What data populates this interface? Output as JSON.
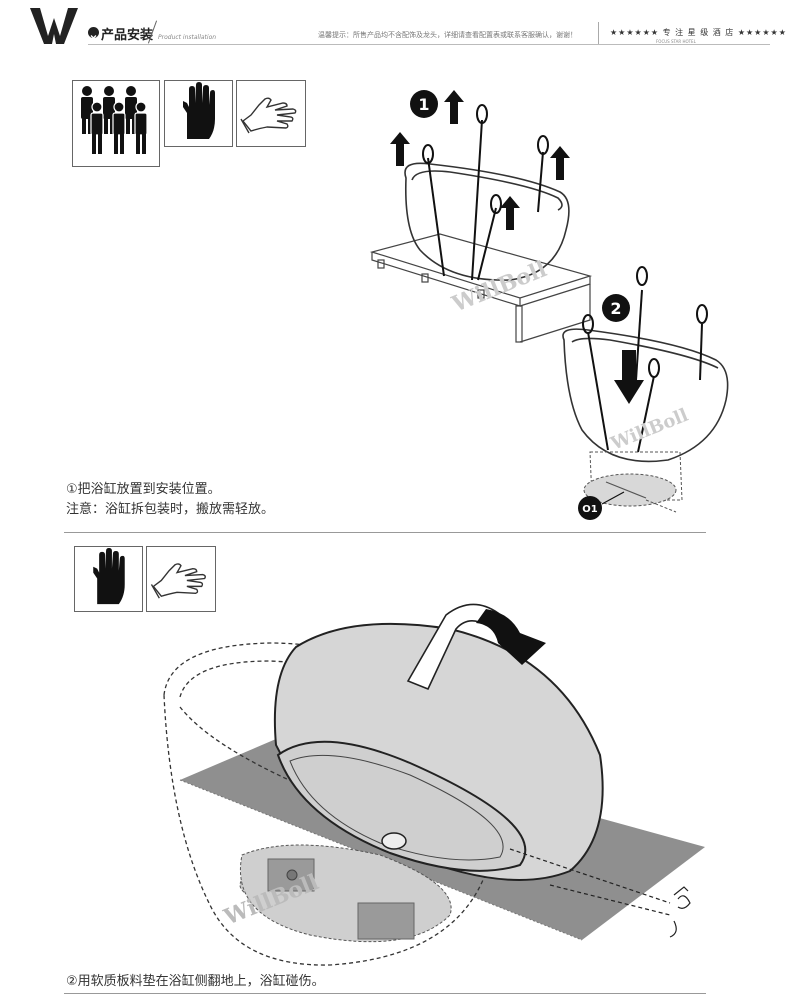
{
  "header": {
    "logo_letter": "W",
    "title": "产品安装",
    "subtitle": "Product installation",
    "notice": "温馨提示：所售产品均不含配饰及龙头，详细请查看配置表或联系客服确认，谢谢！",
    "stars_title": "★★★★★★ 专 注 星 级 酒 店 ★★★★★★",
    "stars_subtitle": "FOCUS STAR HOTEL"
  },
  "section1": {
    "icons": [
      "four-people-icon",
      "raised-hand-icon",
      "glove-icon"
    ],
    "step_badges": [
      "1",
      "2"
    ],
    "drain_label": "O1",
    "watermark": "WillBoll",
    "caption_line1": "①把浴缸放置到安装位置。",
    "caption_line2": "注意：浴缸拆包装时，搬放需轻放。"
  },
  "section2": {
    "icons": [
      "raised-hand-icon",
      "glove-icon"
    ],
    "watermark": "WillBoll",
    "caption": "②用软质板料垫在浴缸侧翻地上，浴缸碰伤。"
  },
  "colors": {
    "accent": "#222222",
    "tub_fill": "#d6d6d6",
    "mat": "#8f8f8f",
    "pad": "#9a9a9a"
  }
}
